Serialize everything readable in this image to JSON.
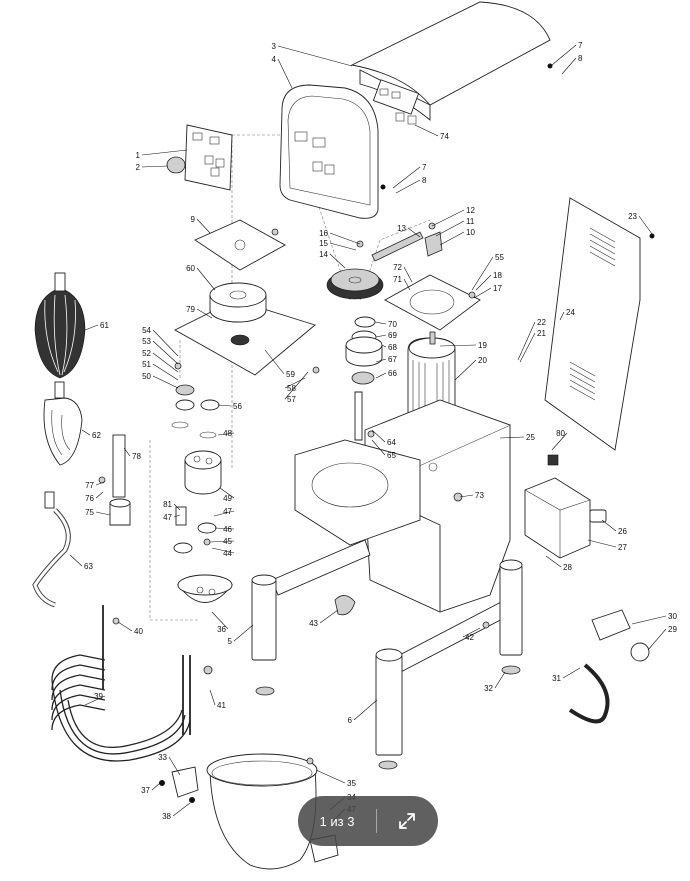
{
  "diagram": {
    "part_labels": [
      "1",
      "2",
      "3",
      "4",
      "5",
      "6",
      "7",
      "8",
      "9",
      "10",
      "11",
      "12",
      "13",
      "14",
      "15",
      "16",
      "17",
      "18",
      "19",
      "20",
      "21",
      "22",
      "23",
      "24",
      "25",
      "26",
      "27",
      "28",
      "29",
      "30",
      "31",
      "32",
      "33",
      "34",
      "35",
      "36",
      "37",
      "38",
      "39",
      "40",
      "41",
      "42",
      "43",
      "44",
      "45",
      "46",
      "47",
      "48",
      "49",
      "50",
      "51",
      "52",
      "53",
      "54",
      "55",
      "56",
      "57",
      "58",
      "59",
      "60",
      "61",
      "62",
      "63",
      "64",
      "65",
      "66",
      "67",
      "68",
      "69",
      "70",
      "71",
      "72",
      "73",
      "74",
      "75",
      "76",
      "77",
      "78",
      "79",
      "80",
      "81"
    ],
    "repeated_labels": [
      "7",
      "8",
      "47",
      "47",
      "33"
    ]
  },
  "viewer": {
    "page_indicator": "1 из 3",
    "expand_icon": "expand-icon"
  }
}
